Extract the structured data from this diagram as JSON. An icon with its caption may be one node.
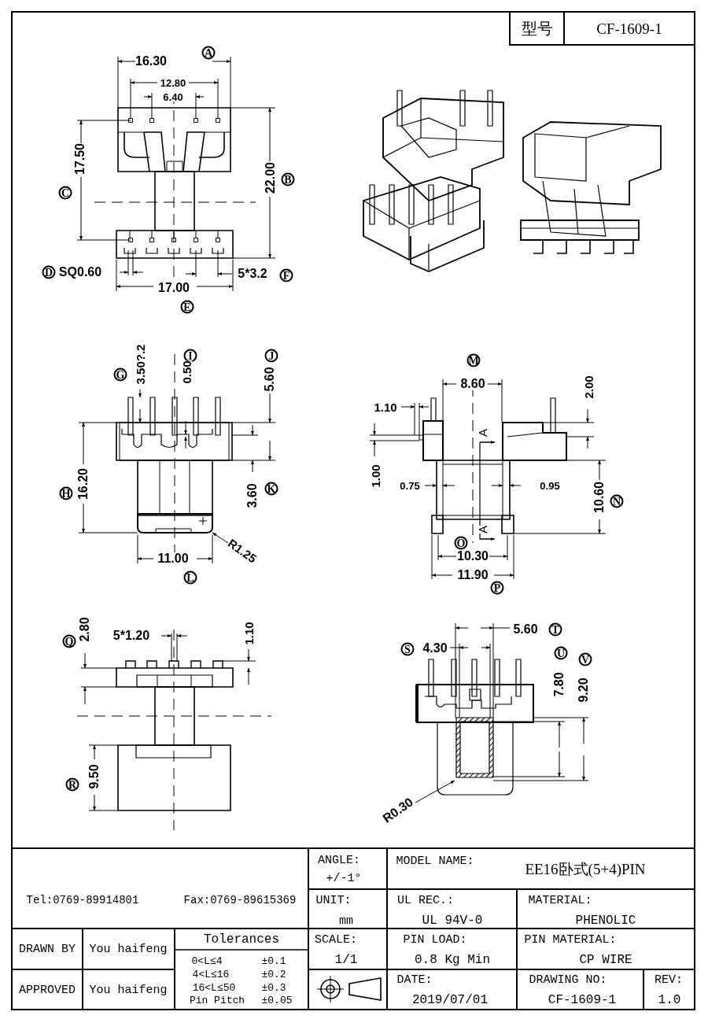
{
  "diagram": {
    "labels": [
      "型号",
      "CF-1609-1",
      "16.30",
      "A",
      "12.80",
      "6.40",
      "17.50",
      "C",
      "22.00",
      "B",
      "D",
      "SQ0.60",
      "5*3.2",
      "F",
      "17.00",
      "E",
      "G",
      "3.50?.2",
      "I",
      "0.50",
      "J",
      "5.60",
      "H",
      "16.20",
      "3.60",
      "K",
      "R1.25",
      "11.00",
      "L",
      "M",
      "8.60",
      "2.00",
      "1.10",
      "1.00",
      "A",
      "0.75",
      "0.95",
      "10.60",
      "N",
      "A",
      "O",
      "10.30",
      "11.90",
      "P",
      "Q",
      "2.80",
      "5*1.20",
      "1.10",
      "R",
      "9.50",
      "5.60",
      "T",
      "S",
      "4.30",
      "U",
      "7.80",
      "V",
      "9.20",
      "R0.30",
      "ANGLE:",
      "MODEL NAME:",
      "EE16卧式(5+4)PIN",
      "+/-1°",
      "Tel:0769-89914801",
      "Fax:0769-89615369",
      "UNIT:",
      "UL REC.:",
      "MATERIAL:",
      "mm",
      "UL 94V-0",
      "PHENOLIC",
      "DRAWN BY",
      "You haifeng",
      "Tolerances",
      "SCALE:",
      "PIN LOAD:",
      "PIN MATERIAL:",
      "0<L≤4",
      "±0.1",
      "1/1",
      "0.8 Kg Min",
      "CP WIRE",
      "4<L≤16",
      "±0.2",
      "DATE:",
      "DRAWING NO:",
      "REV:",
      "APPROVED",
      "You haifeng",
      "16<L≤50",
      "±0.3",
      "Pin Pitch",
      "±0.05",
      "2019/07/01",
      "CF-1609-1",
      "1.0"
    ]
  }
}
